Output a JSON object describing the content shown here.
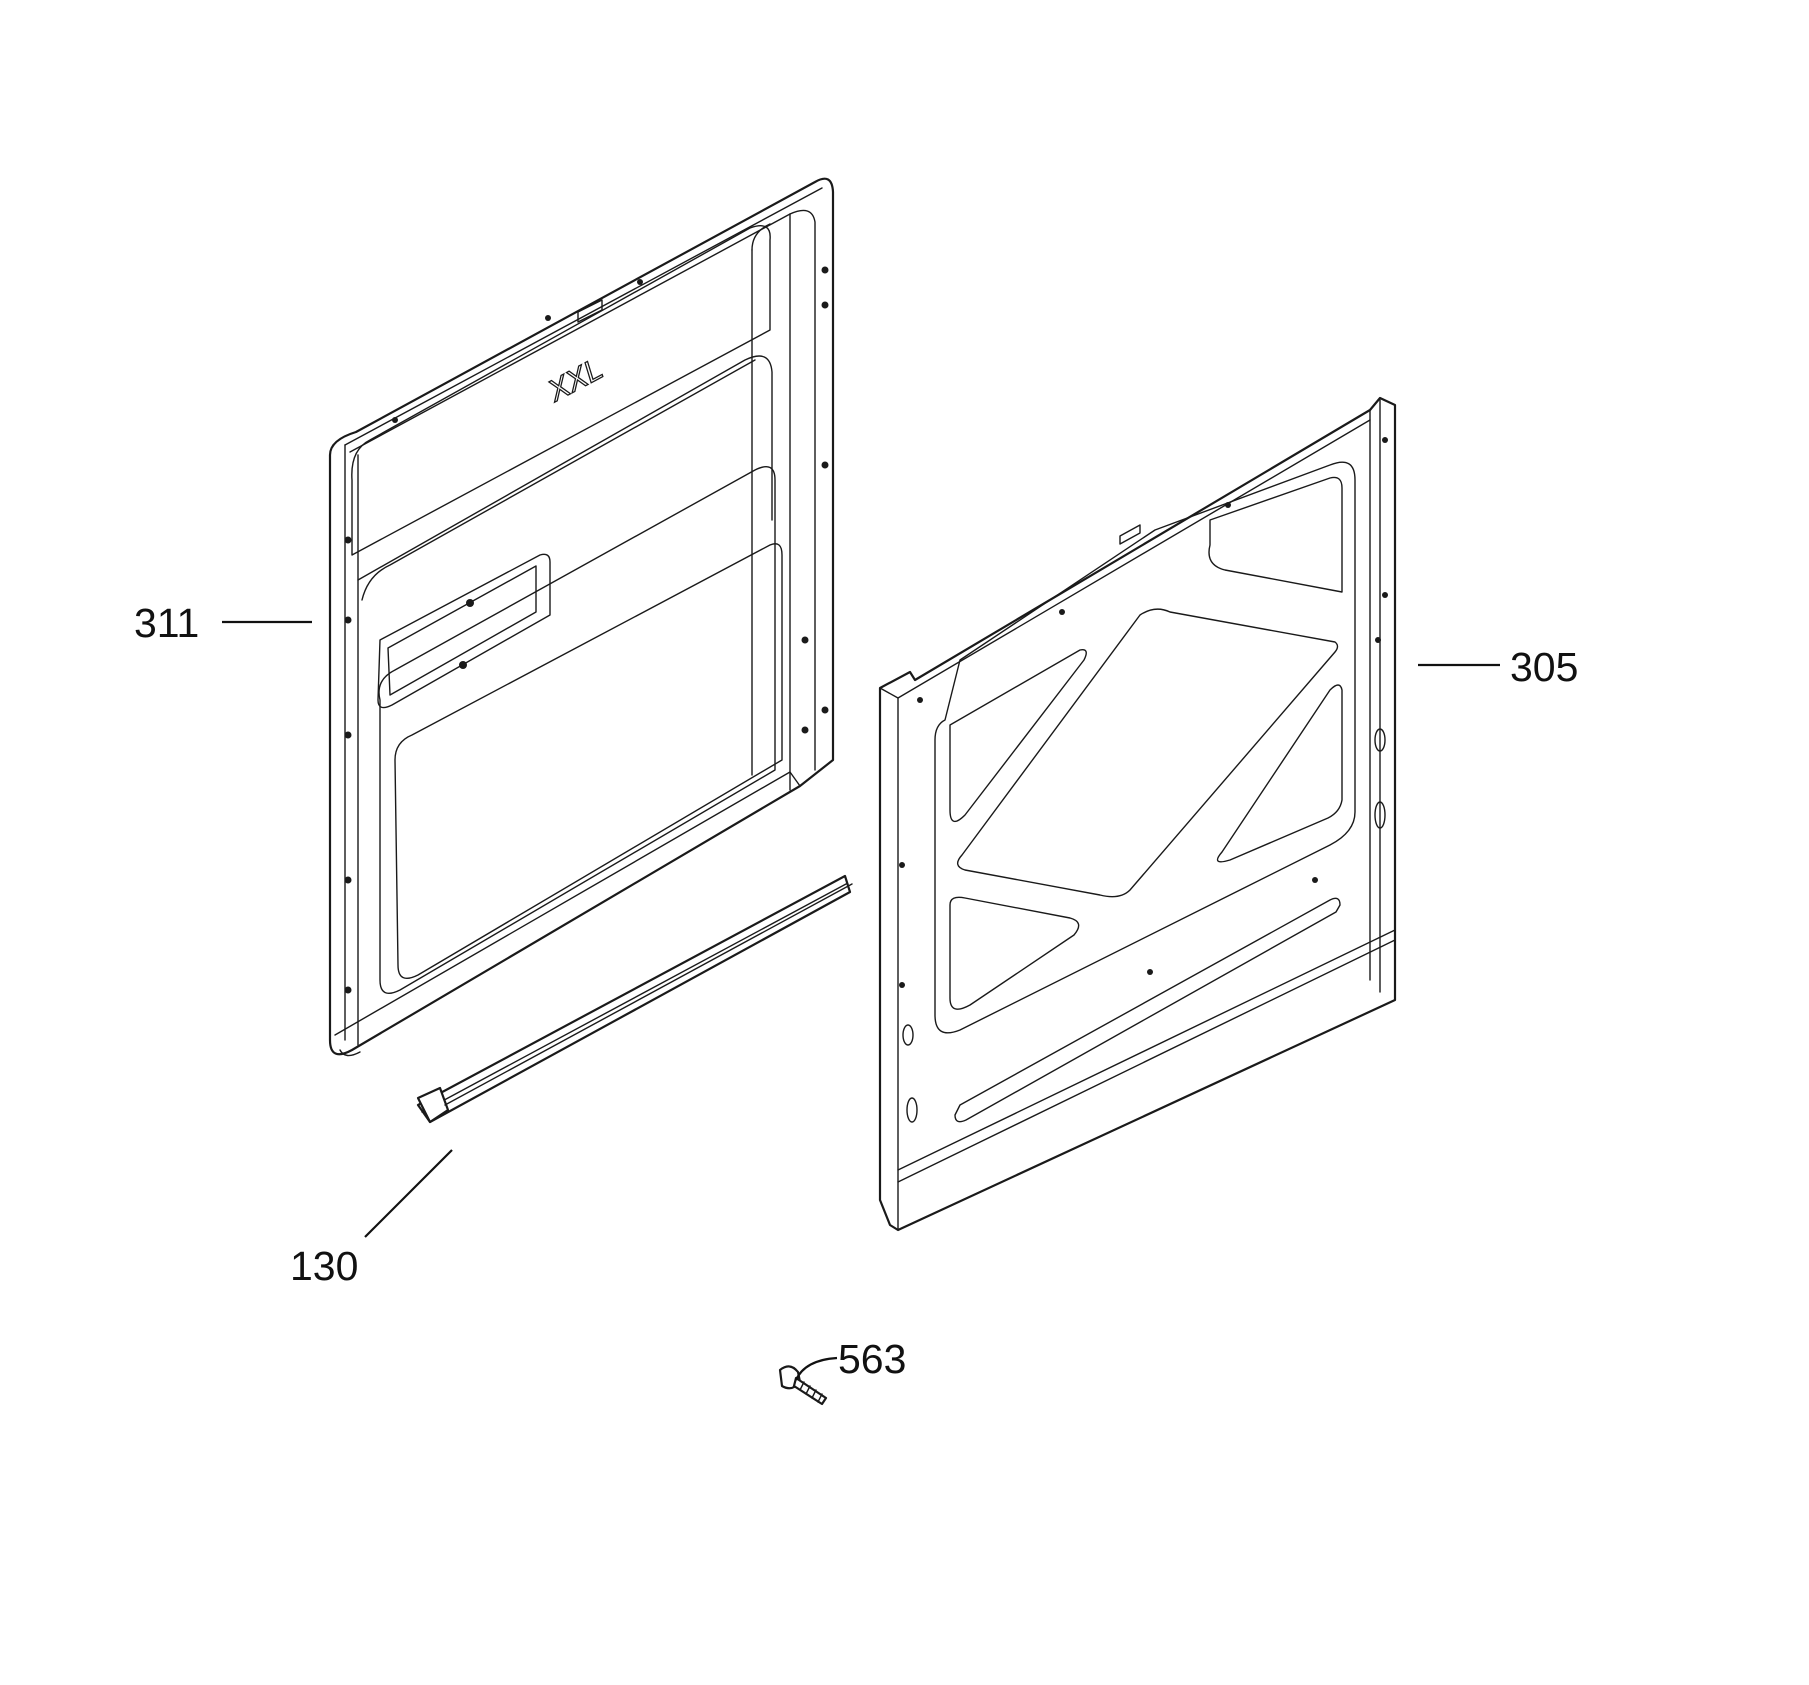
{
  "labels": {
    "inner_door": "311",
    "outer_door_panel": "305",
    "bottom_trim": "130",
    "screw": "563"
  },
  "embossed_mark": "XXL"
}
